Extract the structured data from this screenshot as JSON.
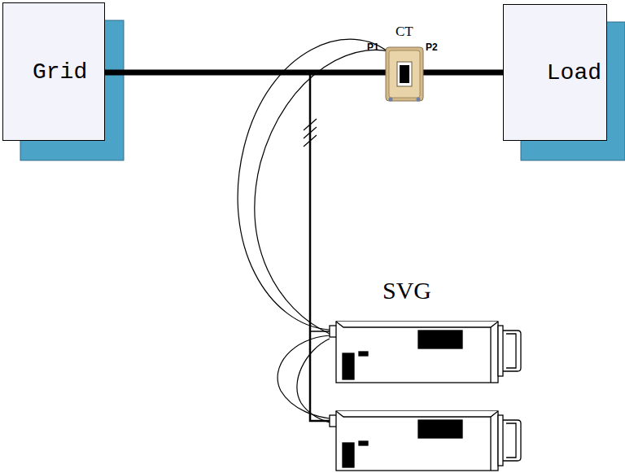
{
  "diagram": {
    "nodes": [
      {
        "text": [
          "Grid"
        ]
      },
      {
        "text": [
          "Load"
        ]
      }
    ],
    "edges": [
      {
        "from": 0,
        "to": 1,
        "arrow": "none"
      }
    ],
    "labels": [
      "CT",
      "P1",
      "P2",
      "SVG"
    ]
  }
}
